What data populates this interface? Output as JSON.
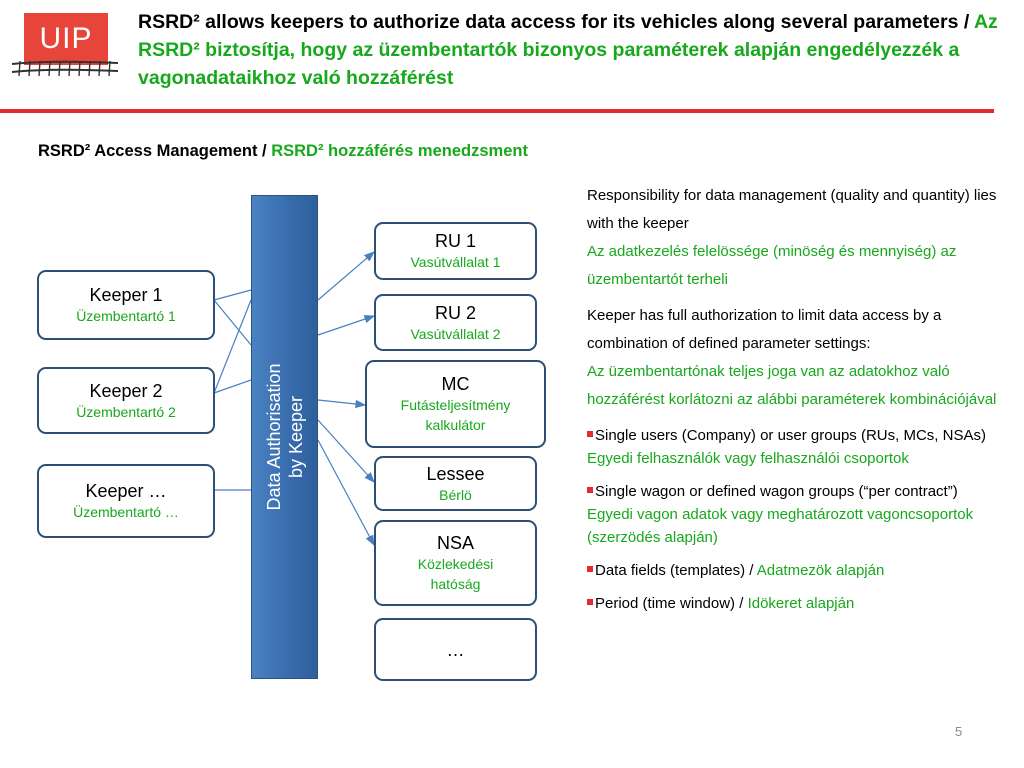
{
  "logo": {
    "text": "UIP"
  },
  "title": {
    "en": "RSRD² allows keepers to authorize data access for its vehicles along several parameters / ",
    "hu": "Az RSRD² biztosítja, hogy az üzembentartók bizonyos paraméterek alapján engedélyezzék a vagonadataikhoz való hozzáférést"
  },
  "subtitle": {
    "en": "RSRD² Access Management / ",
    "hu": "RSRD² hozzáférés menedzsment"
  },
  "keepers": [
    {
      "label": "Keeper 1",
      "sub": "Üzembentartó 1"
    },
    {
      "label": "Keeper 2",
      "sub": "Üzembentartó 2"
    },
    {
      "label": "Keeper …",
      "sub": "Üzembentartó …"
    }
  ],
  "bar": {
    "line1": "Data Authorisation",
    "line2": "by Keeper"
  },
  "targets": [
    {
      "label": "RU 1",
      "sub": "Vasútvállalat 1"
    },
    {
      "label": "RU 2",
      "sub": "Vasútvállalat 2"
    },
    {
      "label": "MC",
      "sub": "Futásteljesítmény kalkulátor"
    },
    {
      "label": "Lessee",
      "sub": "Bérlö"
    },
    {
      "label": "NSA",
      "sub": "Közlekedési hatóság"
    },
    {
      "label": "…",
      "sub": ""
    }
  ],
  "right": {
    "p1_en": "Responsibility for data management (quality and quantity) lies with the keeper",
    "p1_hu": "Az adatkezelés felelössége (minöség és mennyiség) az üzembentartót terheli",
    "p2_en": "Keeper has full authorization to limit data access by a combination of defined parameter settings:",
    "p2_hu": "Az üzembentartónak teljes joga van az adatokhoz való hozzáférést korlátozni az alábbi paraméterek kombinációjával",
    "b1_en": "Single users (Company) or user groups (RUs, MCs, NSAs)",
    "b1_hu": "Egyedi felhasználók vagy felhasználói csoportok",
    "b2_en": "Single wagon or defined wagon groups (“per contract”)",
    "b2_hu": "Egyedi vagon adatok vagy meghatározott vagoncsoportok (szerzödés alapján)",
    "b3_en": "Data fields (templates) / ",
    "b3_hu": "Adatmezök alapján",
    "b4_en": "Period (time window) / ",
    "b4_hu": "Idökeret alapján"
  },
  "page_number": "5",
  "colors": {
    "accent_red": "#e52b2b",
    "hu_green": "#17a81c",
    "box_border": "#2e4f74",
    "bar_blue": "#3a6fb0"
  }
}
